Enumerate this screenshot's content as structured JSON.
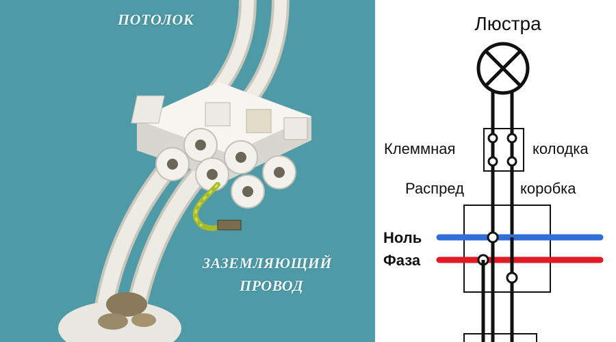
{
  "photo": {
    "label_ceiling": "ПОТОЛОК",
    "label_ground_line1": "ЗАЗЕМЛЯЮЩИЙ",
    "label_ground_line2": "ПРОВОД",
    "colors": {
      "background": "#4f9aa7",
      "cable": "#e8e6df",
      "ground_wire": "#b4c93a",
      "terminal": "#f4f4f0"
    }
  },
  "scheme": {
    "title": "Люстра",
    "terminal_left": "Клеммная",
    "terminal_right": "колодка",
    "box_left": "Распред",
    "box_right": "коробка",
    "neutral": "Ноль",
    "phase": "Фаза",
    "colors": {
      "neutral": "#2f6fd6",
      "phase": "#e01b24",
      "wire": "#111111"
    }
  }
}
